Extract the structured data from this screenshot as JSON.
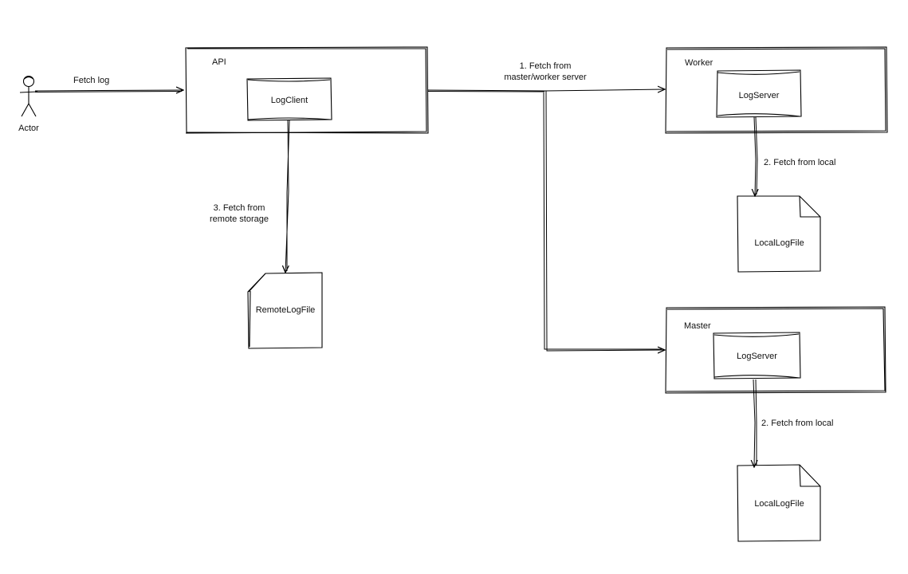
{
  "actor": {
    "label": "Actor"
  },
  "edges": {
    "fetch_log": "Fetch log",
    "fetch_master_worker": "1. Fetch from\nmaster/worker server",
    "fetch_local_worker": "2. Fetch from local",
    "fetch_local_master": "2. Fetch from local",
    "fetch_remote": "3. Fetch from\nremote storage"
  },
  "nodes": {
    "api": {
      "title": "API",
      "inner": "LogClient"
    },
    "worker": {
      "title": "Worker",
      "inner": "LogServer"
    },
    "master": {
      "title": "Master",
      "inner": "LogServer"
    },
    "remote_file": "RemoteLogFile",
    "local_file_worker": "LocalLogFile",
    "local_file_master": "LocalLogFile"
  },
  "colors": {
    "stroke": "#000000",
    "background": "#ffffff"
  }
}
